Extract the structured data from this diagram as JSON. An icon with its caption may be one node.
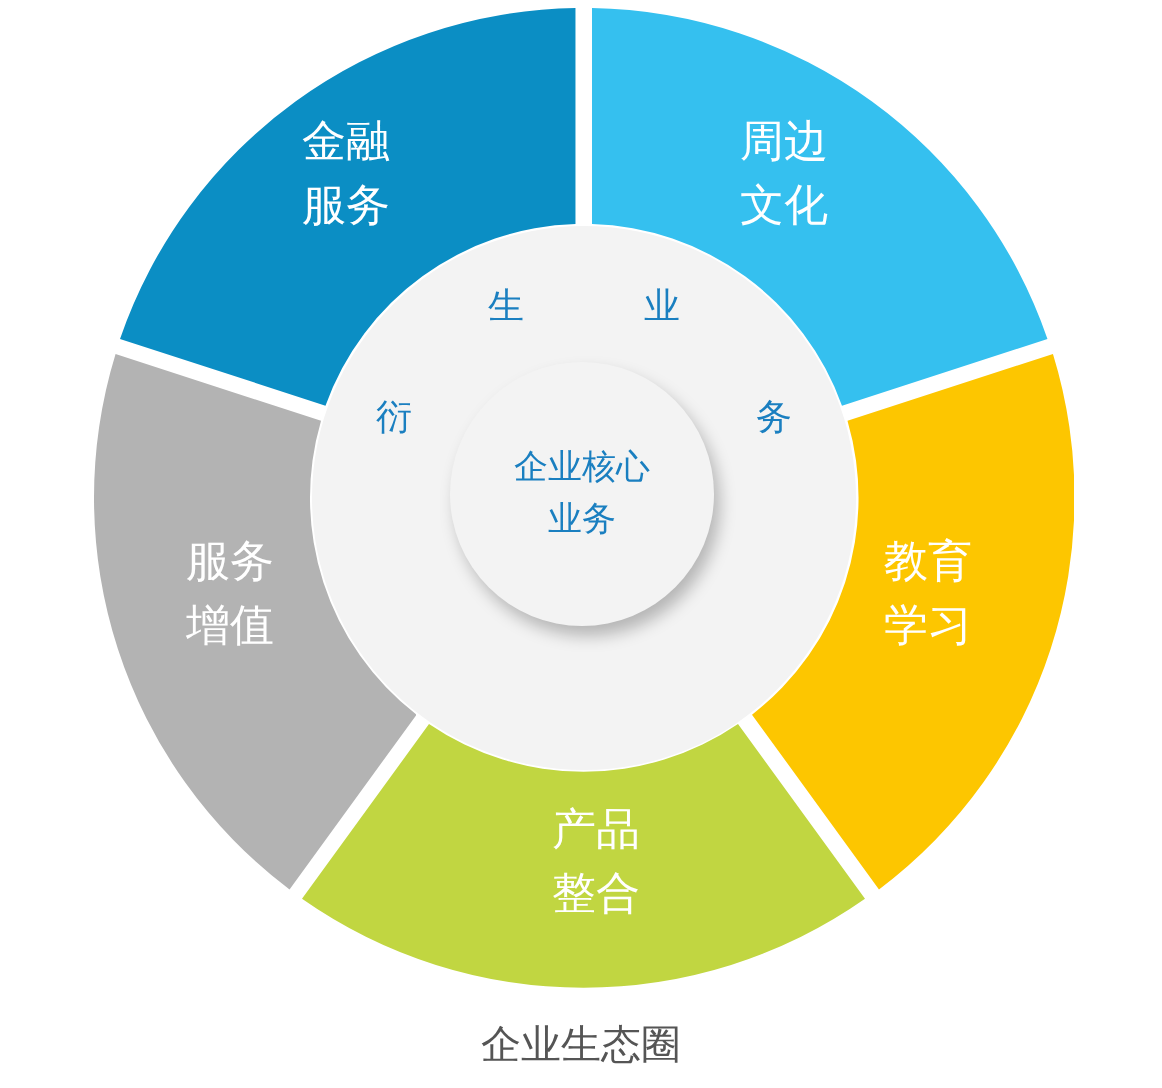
{
  "diagram": {
    "caption": "企业生态圈",
    "nodes": [
      {
        "text": [
          "金融服务"
        ]
      },
      {
        "text": [
          "周边文化"
        ]
      },
      {
        "text": [
          "教育学习"
        ]
      },
      {
        "text": [
          "产品整合"
        ]
      },
      {
        "text": [
          "服务增值"
        ]
      },
      {
        "text": [
          "衍生业务"
        ]
      },
      {
        "text": [
          "企业核心业务"
        ],
        "in": 5
      }
    ]
  }
}
